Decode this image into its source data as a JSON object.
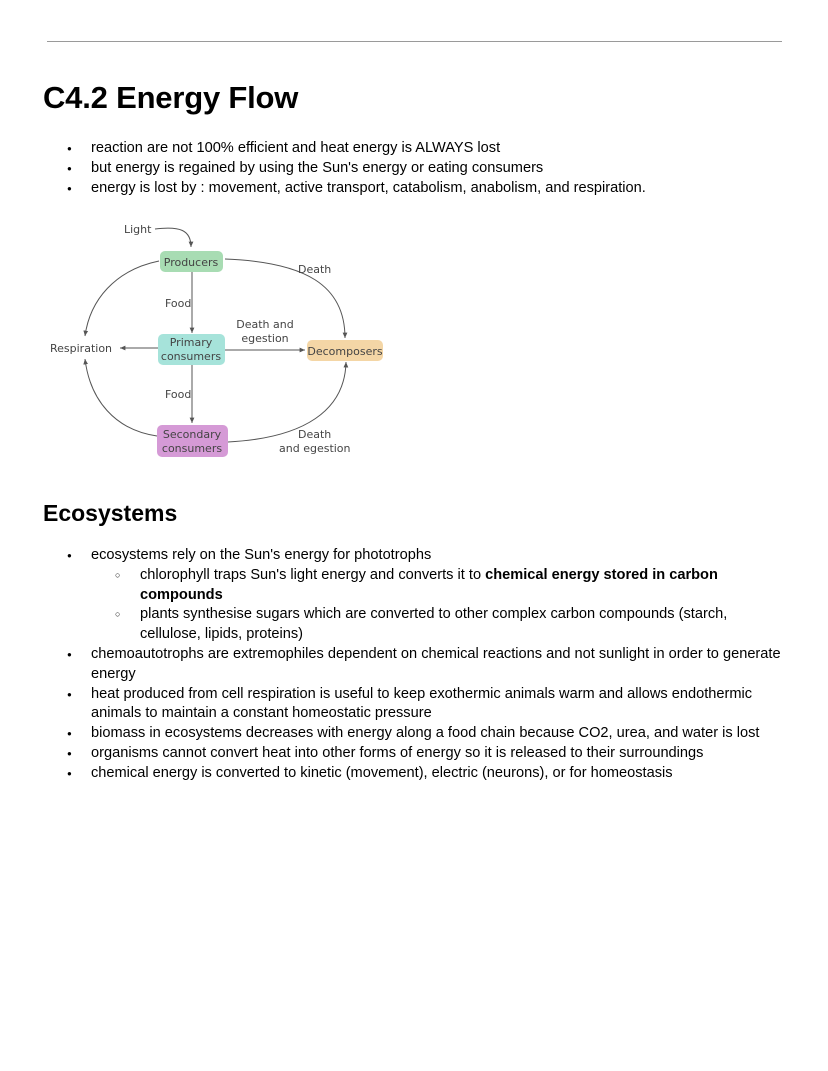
{
  "heading": "C4.2 Energy Flow",
  "intro_bullets": [
    "reaction are not 100% efficient and heat energy is ALWAYS lost",
    "but energy is regained by using the Sun's energy or eating consumers",
    "energy is lost by : movement, active transport, catabolism, anabolism, and respiration."
  ],
  "diagram": {
    "light": "Light",
    "producers": "Producers",
    "primary_1": "Primary",
    "primary_2": "consumers",
    "secondary_1": "Secondary",
    "secondary_2": "consumers",
    "decomposers": "Decomposers",
    "respiration": "Respiration",
    "food_1": "Food",
    "food_2": "Food",
    "death_top": "Death",
    "death_egestion_mid_1": "Death and",
    "death_egestion_mid_2": "egestion",
    "death_egestion_bot_1": "Death",
    "death_egestion_bot_2": "and egestion",
    "colors": {
      "producers": "#a8dcb3",
      "primary": "#a6e3da",
      "secondary": "#d59ad6",
      "decomposers": "#f4d6a6"
    }
  },
  "subheading": "Ecosystems",
  "eco": {
    "b1": "ecosystems rely on the Sun's energy for phototrophs",
    "s1_plain": "chlorophyll traps Sun's light energy and converts it to ",
    "s1_bold": "chemical energy stored in carbon compounds",
    "s2": "plants synthesise sugars which are converted to other complex carbon compounds (starch, cellulose, lipids, proteins)",
    "b2": "chemoautotrophs are extremophiles dependent on chemical reactions and not sunlight in order to generate energy",
    "b3": "heat produced from cell respiration is useful to keep exothermic animals warm and allows endothermic animals to maintain a constant homeostatic pressure",
    "b4": "biomass in ecosystems decreases with energy along a food chain because CO2, urea, and water is lost",
    "b5": "organisms cannot convert heat into other forms of energy so it is released to their surroundings",
    "b6": "chemical energy is converted to kinetic (movement), electric (neurons), or for homeostasis"
  }
}
